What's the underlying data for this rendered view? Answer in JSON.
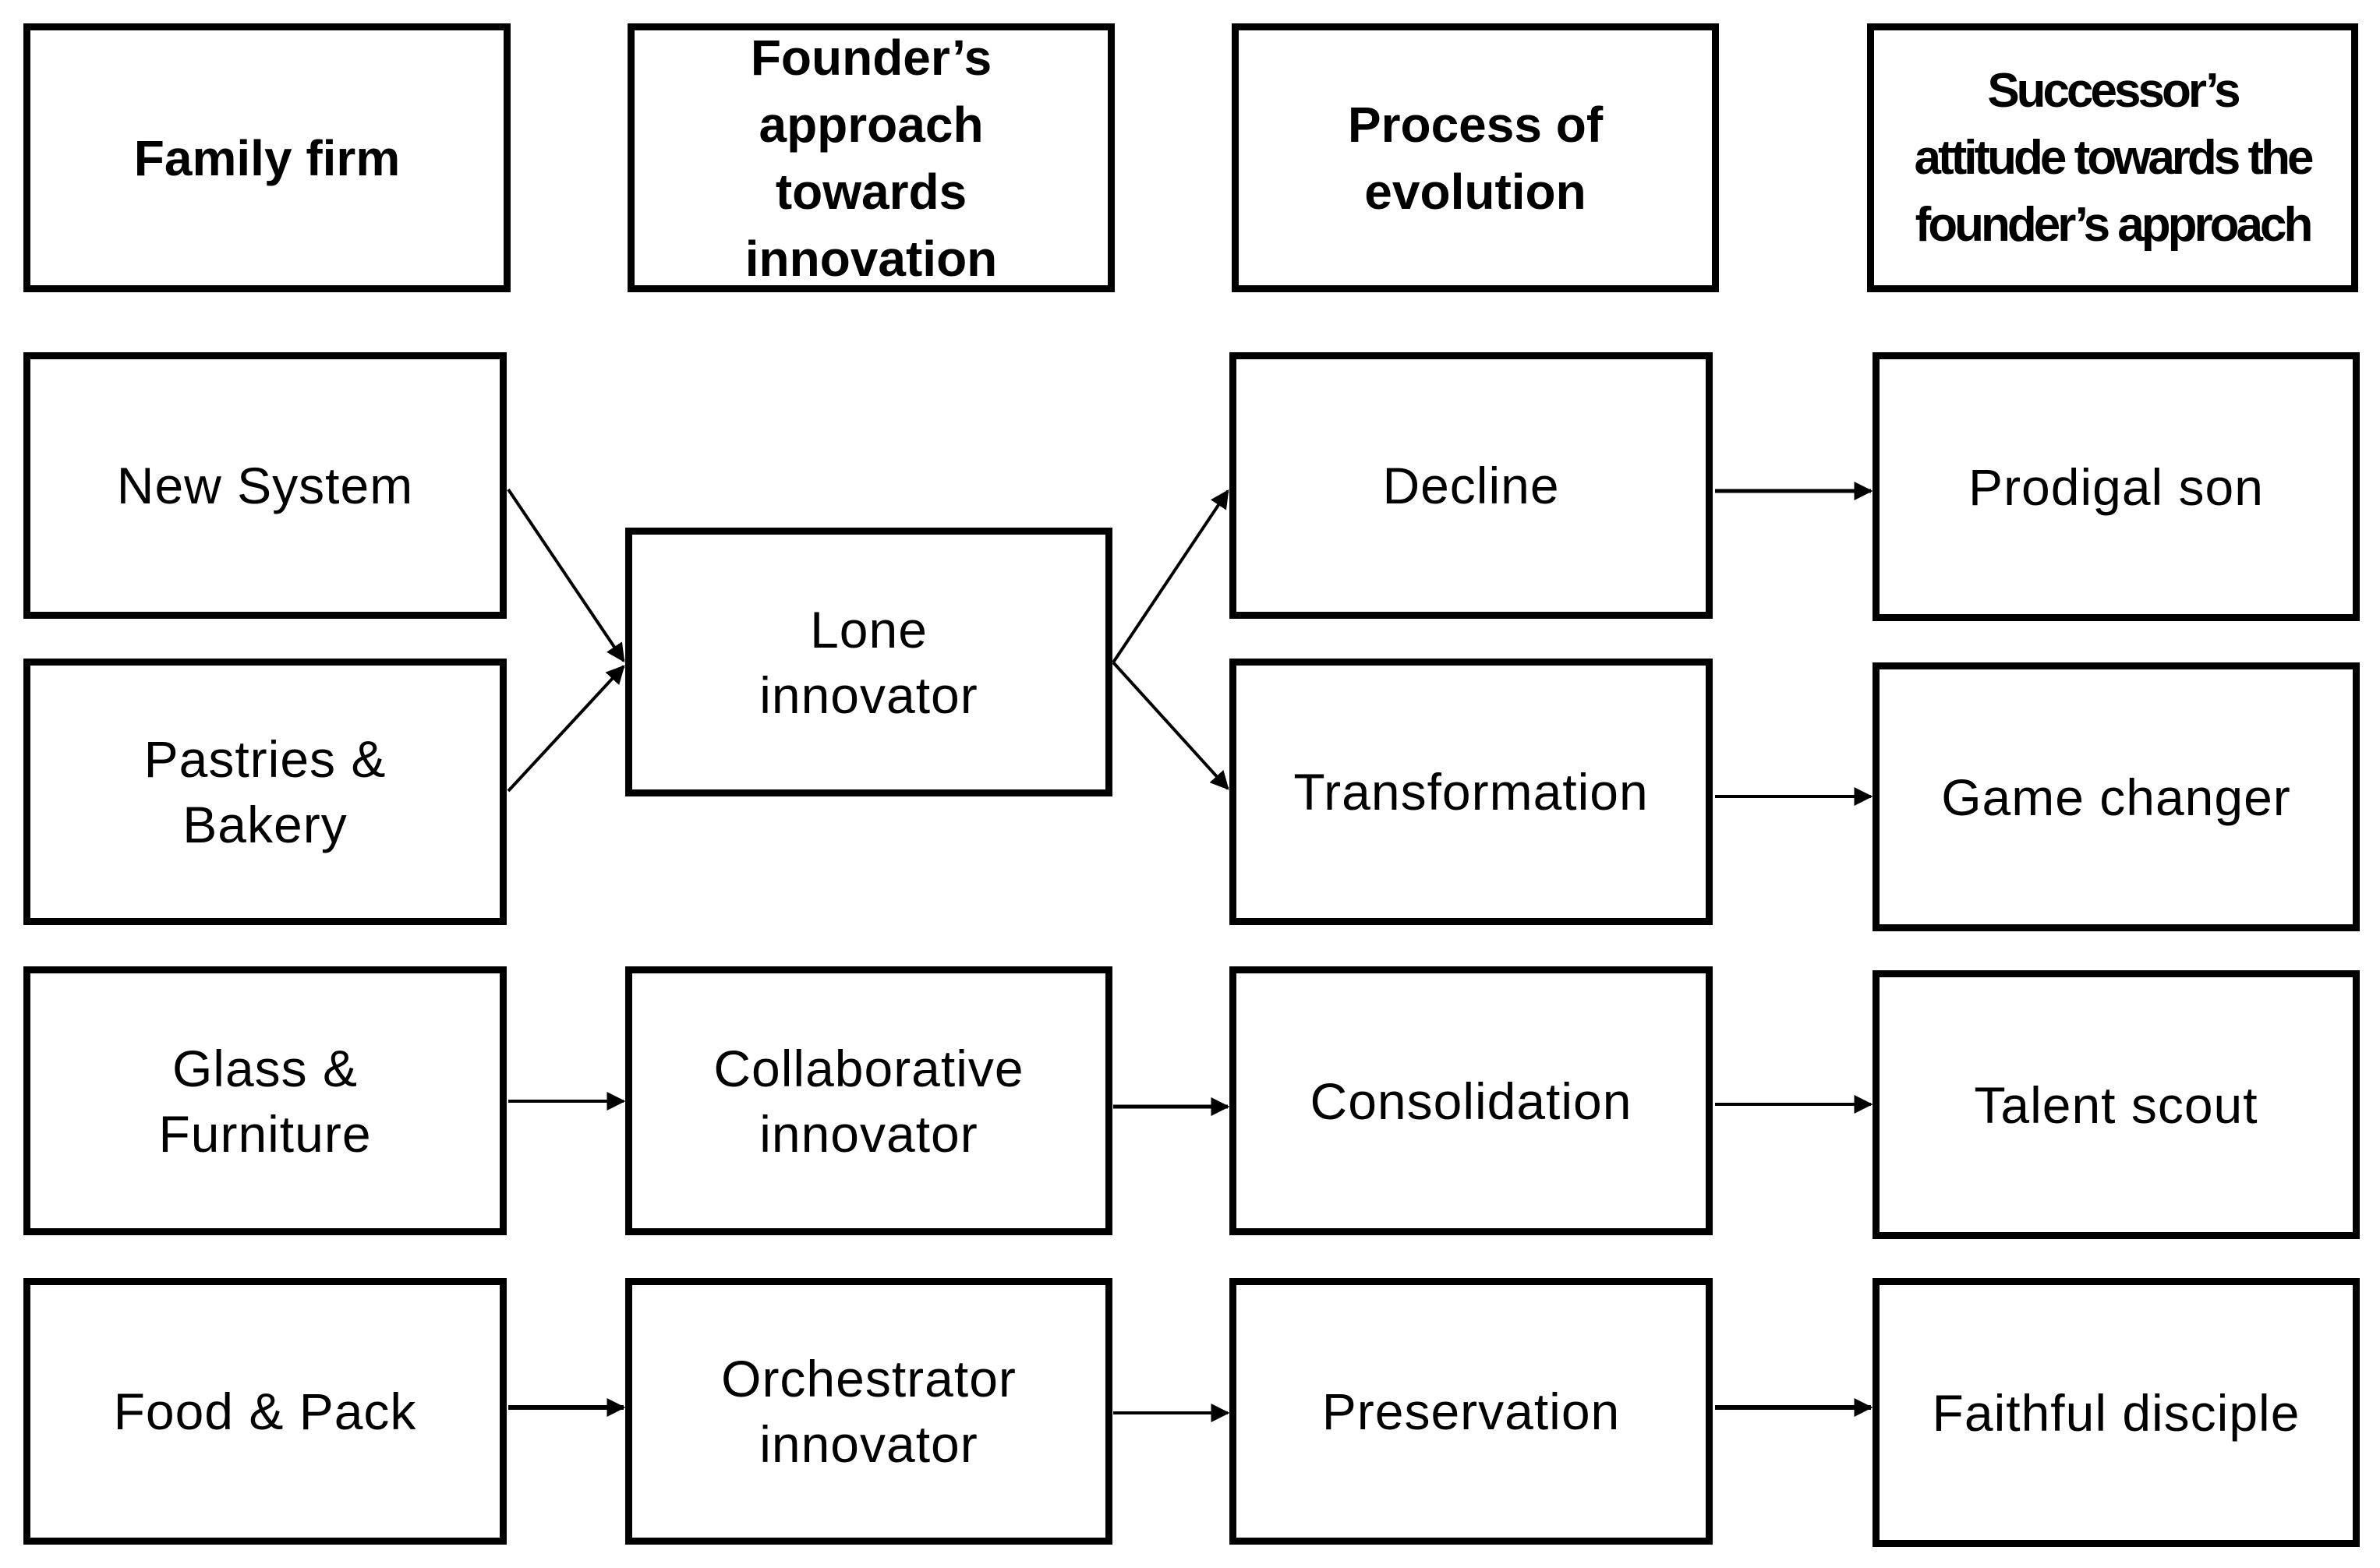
{
  "headers": {
    "family_firm": "Family firm",
    "founder_approach": "Founder’s\napproach\ntowards\ninnovation",
    "process": "Process of\nevolution",
    "successor_attitude": "Successor’s\nattitude towards the\nfounder’s approach"
  },
  "firms": {
    "new_system": "New System",
    "pastries_bakery": "Pastries &\nBakery",
    "glass_furniture": "Glass &\nFurniture",
    "food_pack": "Food & Pack"
  },
  "approaches": {
    "lone": "Lone\ninnovator",
    "collaborative": "Collaborative\ninnovator",
    "orchestrator": "Orchestrator\ninnovator"
  },
  "processes": {
    "decline": "Decline",
    "transformation": "Transformation",
    "consolidation": "Consolidation",
    "preservation": "Preservation"
  },
  "attitudes": {
    "prodigal": "Prodigal son",
    "game_changer": "Game changer",
    "talent_scout": "Talent scout",
    "faithful": "Faithful disciple"
  },
  "colors": {
    "stroke": "#000000",
    "background": "#ffffff"
  }
}
